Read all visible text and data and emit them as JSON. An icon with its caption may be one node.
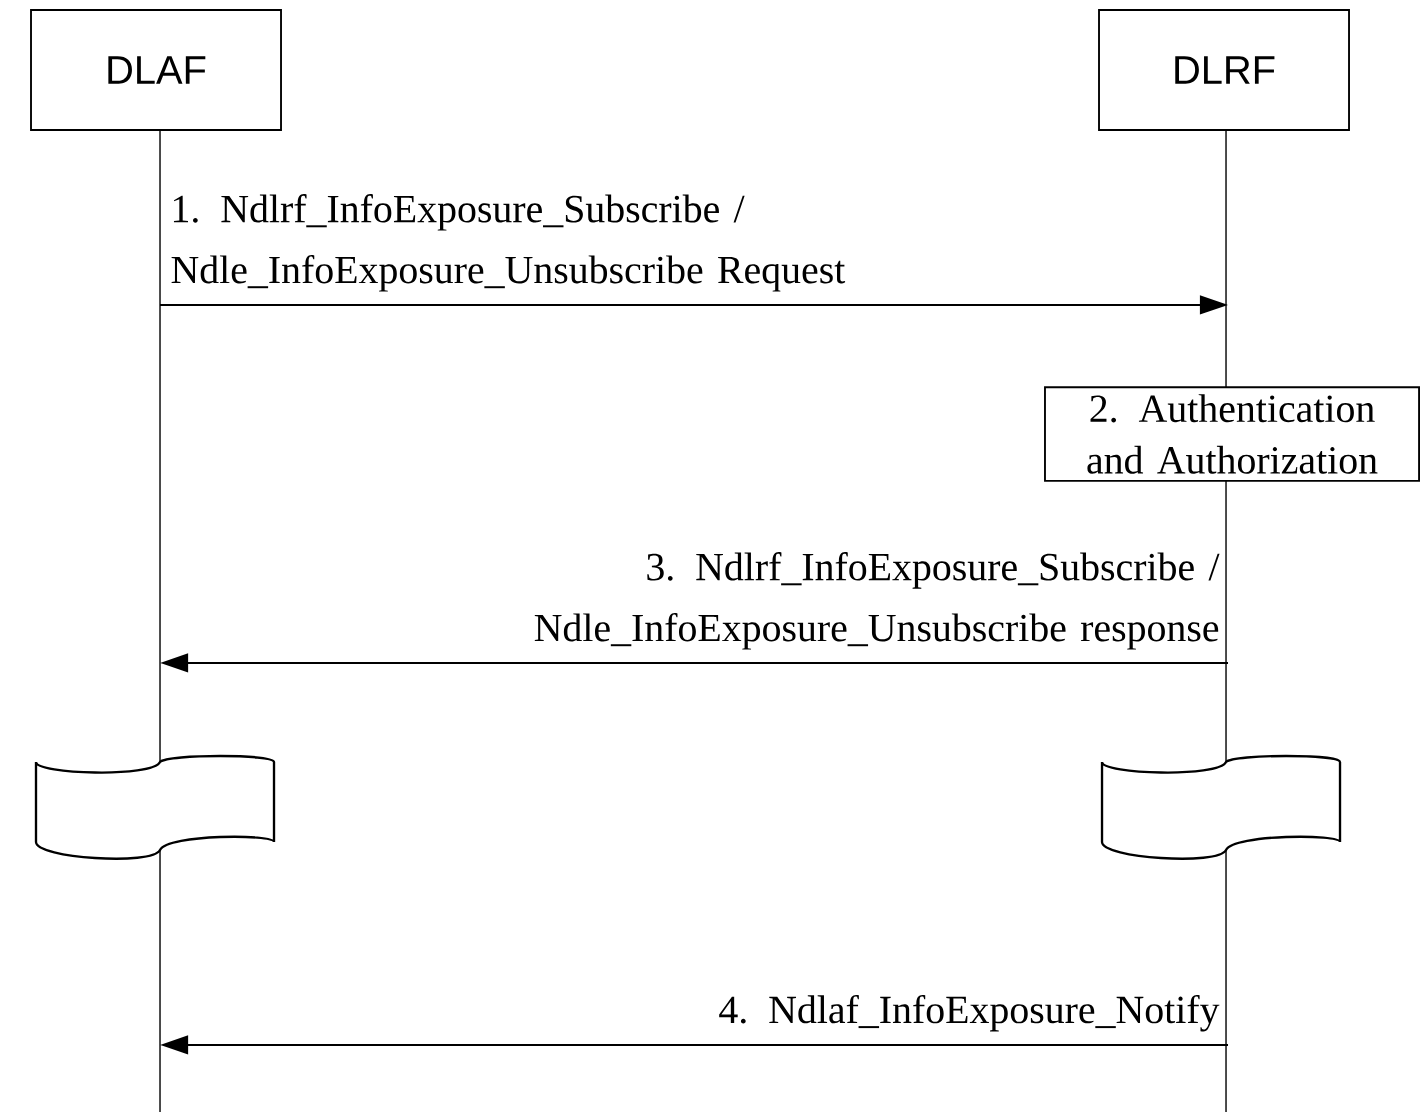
{
  "diagram": {
    "nodes": [
      {
        "text": [
          "DLAF"
        ]
      },
      {
        "text": [
          "DLRF"
        ]
      },
      {
        "text": [
          "2. Authentication and Authorization"
        ]
      }
    ],
    "edges": [
      {
        "from": 0,
        "to": 1,
        "arrow": "to",
        "label": "1. Ndlrf_InfoExposure_Subscribe / Ndle_InfoExposure_Unsubscribe Request"
      },
      {
        "from": 1,
        "to": 0,
        "arrow": "to",
        "label": "3. Ndlrf_InfoExposure_Subscribe / Ndle_InfoExposure_Unsubscribe response"
      },
      {
        "from": 1,
        "to": 0,
        "arrow": "to",
        "label": "4. Ndlaf_InfoExposure_Notify"
      }
    ]
  }
}
